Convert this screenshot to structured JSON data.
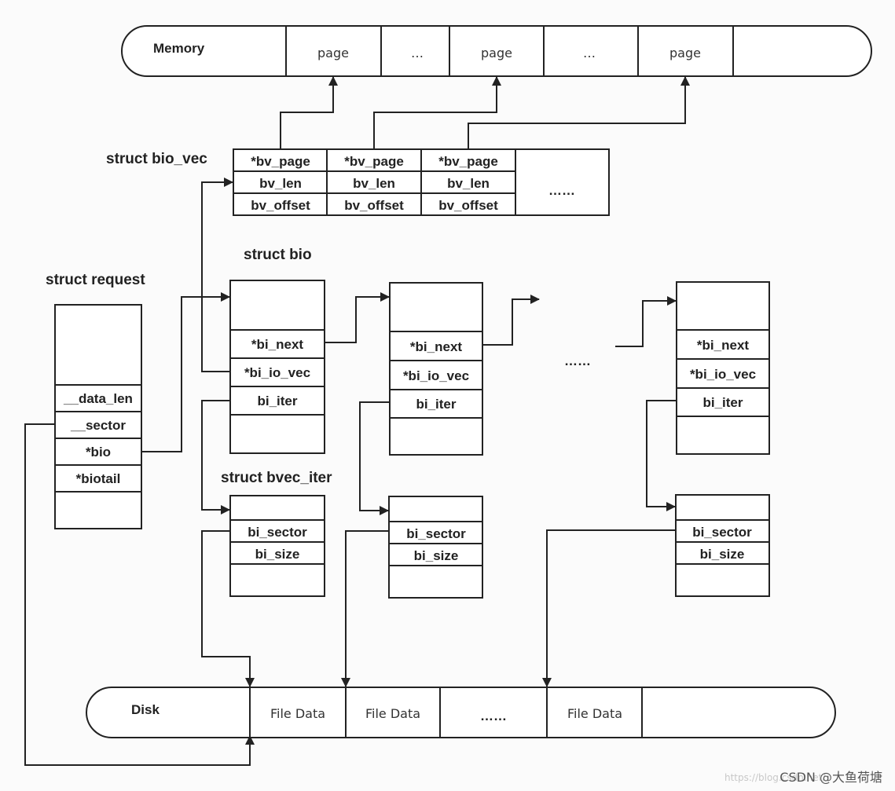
{
  "memory": {
    "label": "Memory",
    "cells": [
      "page",
      "…",
      "page",
      "…",
      "page"
    ]
  },
  "bio_vec": {
    "title": "struct bio_vec",
    "fields": [
      "*bv_page",
      "bv_len",
      "bv_offset"
    ],
    "more": "……"
  },
  "request": {
    "title": "struct request",
    "fields": [
      "__data_len",
      "__sector",
      "*bio",
      "*biotail"
    ]
  },
  "bio": {
    "title": "struct bio",
    "fields": [
      "*bi_next",
      "*bi_io_vec",
      "bi_iter"
    ]
  },
  "bvec_iter": {
    "title": "struct bvec_iter",
    "fields": [
      "bi_sector",
      "bi_size"
    ]
  },
  "bio_chain_more": "……",
  "disk": {
    "label": "Disk",
    "cells": [
      "File Data",
      "File Data",
      "……",
      "File Data"
    ]
  },
  "watermark": {
    "text": "CSDN @大鱼荷塘",
    "faint": "https://blog.csdn.net/"
  }
}
